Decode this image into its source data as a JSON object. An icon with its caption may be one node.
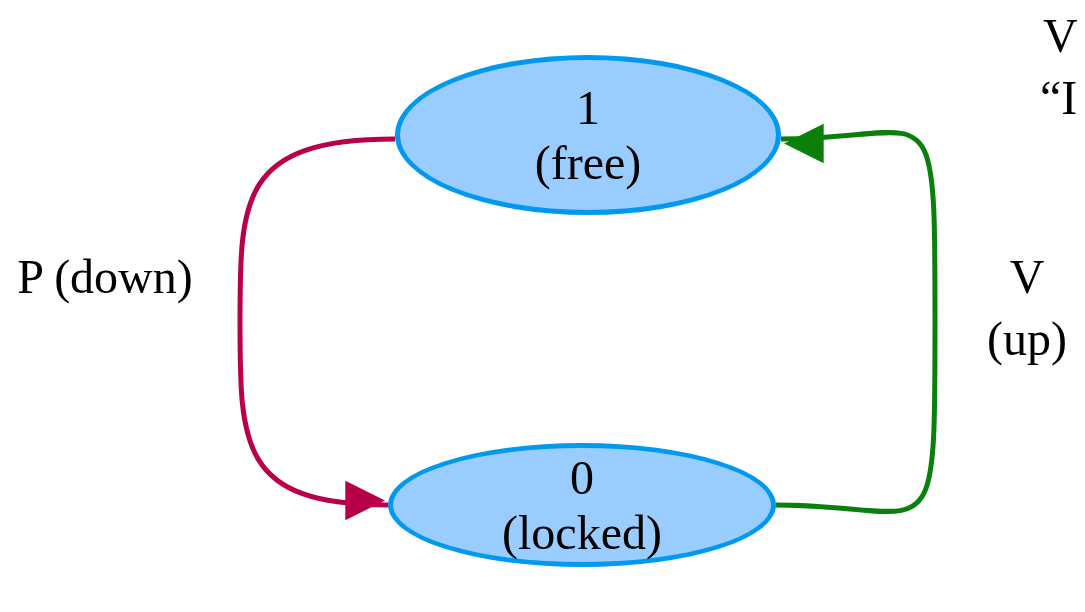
{
  "diagram": {
    "nodes": [
      {
        "text": [
          "1",
          "(free)"
        ]
      },
      {
        "text": [
          "0",
          "(locked)"
        ]
      }
    ],
    "edges": [
      {
        "from": 0,
        "to": 1,
        "arrow": "to",
        "label": "P (down)",
        "color": "#b8004a"
      },
      {
        "from": 1,
        "to": 0,
        "arrow": "to",
        "label": "V (up)",
        "color": "#0a800a"
      }
    ],
    "labels": [
      "V",
      "“I"
    ]
  }
}
